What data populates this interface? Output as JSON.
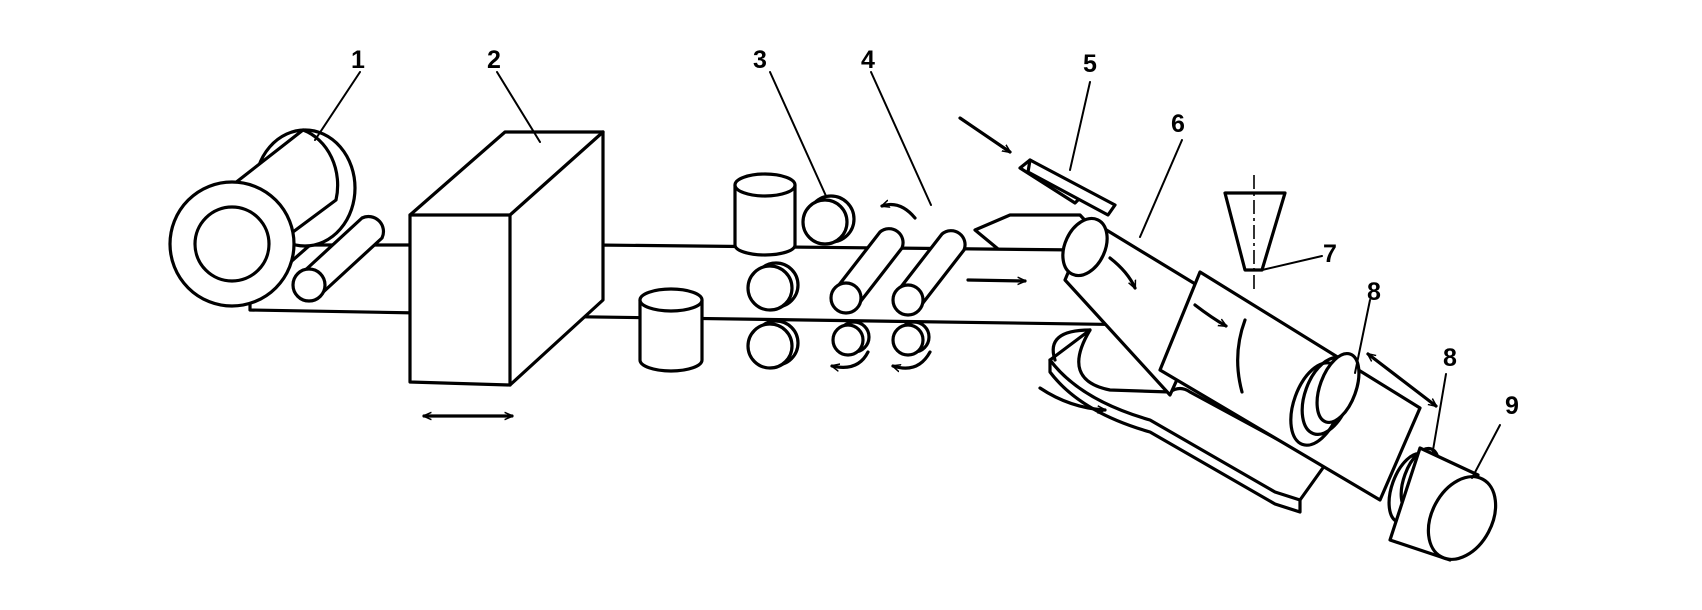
{
  "figure": {
    "labels": [
      "1",
      "2",
      "3",
      "4",
      "5",
      "6",
      "7",
      "8",
      "8",
      "9"
    ]
  }
}
